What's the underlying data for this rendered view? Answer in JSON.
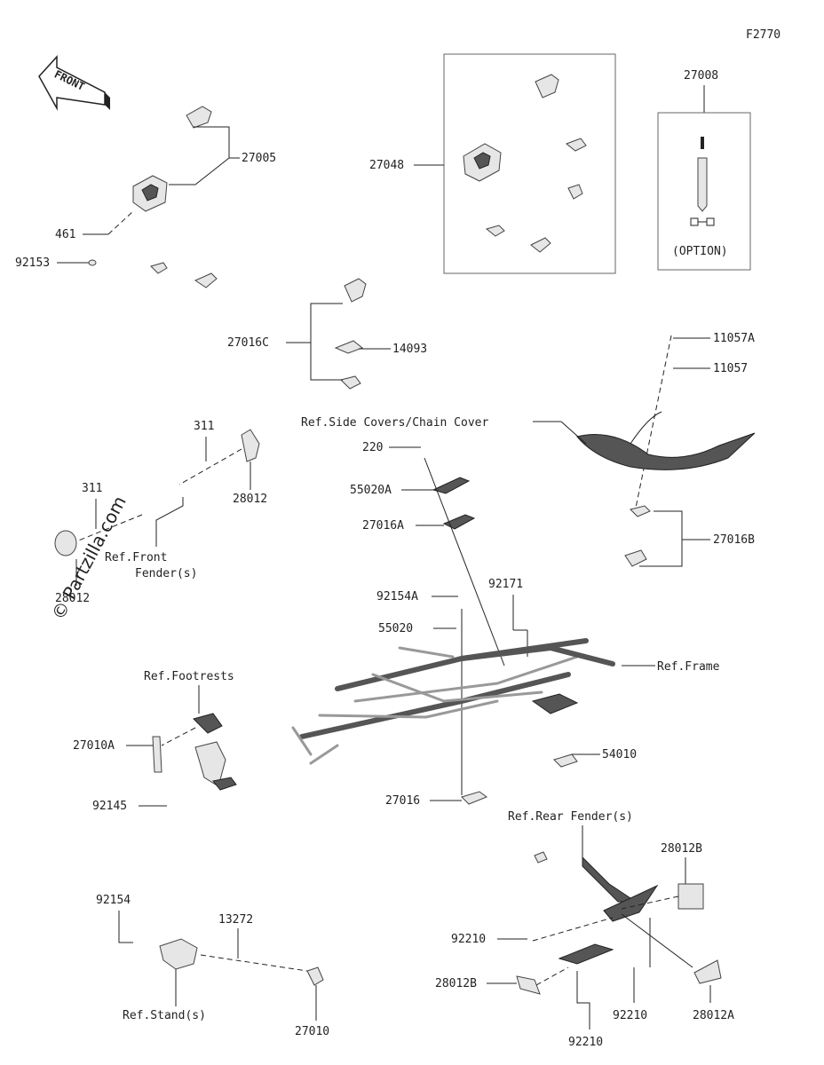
{
  "figure_code": "F2770",
  "front_arrow_label": "FRONT",
  "watermark": "© Partzilla.com",
  "option_label": "(OPTION)",
  "part_labels": {
    "p27005": "27005",
    "p461": "461",
    "p92153": "92153",
    "p27048": "27048",
    "p27008": "27008",
    "p27016C": "27016C",
    "p14093": "14093",
    "p11057A": "11057A",
    "p11057": "11057",
    "p311a": "311",
    "p311b": "311",
    "p28012a": "28012",
    "p28012b": "28012",
    "p220": "220",
    "p55020A": "55020A",
    "p27016A": "27016A",
    "p27016B": "27016B",
    "p92154A": "92154A",
    "p92171": "92171",
    "p55020": "55020",
    "p27010A": "27010A",
    "p92145": "92145",
    "p54010": "54010",
    "p27016": "27016",
    "p28012B_top": "28012B",
    "p92210a": "92210",
    "p28012B_left": "28012B",
    "p92210b": "92210",
    "p28012A": "28012A",
    "p92210c": "92210",
    "p92154": "92154",
    "p13272": "13272",
    "p27010": "27010"
  },
  "ref_labels": {
    "side_covers": "Ref.Side Covers/Chain Cover",
    "front_fender_1": "Ref.Front",
    "front_fender_2": "Fender(s)",
    "frame": "Ref.Frame",
    "footrests": "Ref.Footrests",
    "rear_fender": "Ref.Rear Fender(s)",
    "stand": "Ref.Stand(s)"
  }
}
